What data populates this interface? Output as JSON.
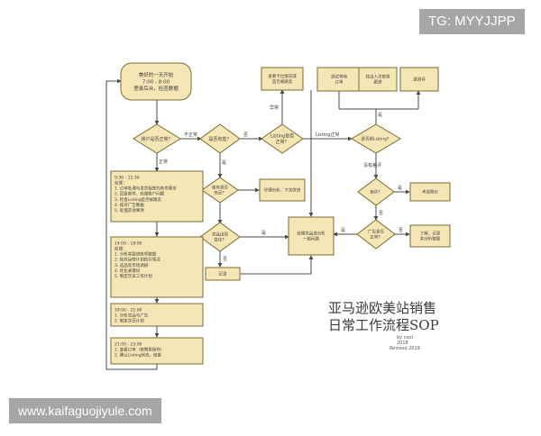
{
  "watermark": {
    "tg": "TG: MYYJJPP",
    "site": "www.kaifaguojiyule.com"
  },
  "title": {
    "line1": "亚马逊欧美站销售",
    "line2": "日常工作流程SOP"
  },
  "meta": {
    "by": "by cool",
    "year": "2018",
    "revised": "Revised 2019"
  },
  "colors": {
    "fill": "#f5e6b5",
    "stroke": "#7a6a2e",
    "line": "#4a4a4a",
    "text": "#3c3c3c"
  },
  "nodes": {
    "start": {
      "lines": [
        "美好的一天开始",
        "7:00 - 8:00",
        "登录后台，检查数据"
      ]
    },
    "q_account": {
      "lines": [
        "账户是否正常？"
      ]
    },
    "q_sale": {
      "lines": [
        "是否有售？"
      ]
    },
    "q_listing": {
      "lines": [
        "Listing是否",
        "正常？"
      ]
    },
    "box_topcheck": {
      "lines": [
        "查看卡位情况或",
        "是否被跟卖"
      ]
    },
    "q_new": {
      "lines": [
        "是否新Listing？"
      ]
    },
    "box_test": {
      "lines": [
        "测试等待",
        "订单"
      ]
    },
    "box_plan": {
      "lines": [
        "找出人员安排",
        "跟进"
      ]
    },
    "box_review": {
      "lines": [
        "送测评"
      ]
    },
    "q_negative": {
      "lines": [
        "差评？"
      ]
    },
    "box_contact": {
      "lines": [
        "仔细分析，下次改进"
      ]
    },
    "q_competitor": {
      "lines": [
        "竞品出现",
        "变化？"
      ]
    },
    "box_handle": {
      "lines": [
        "处理竞品或分析",
        "一般问题"
      ]
    },
    "q_stock": {
      "lines": [
        "库存是否",
        "充足？"
      ]
    },
    "box_stock": {
      "lines": [
        "考虑降价"
      ]
    },
    "q_ad": {
      "lines": [
        "广告是否",
        "正常？"
      ]
    },
    "box_ad": {
      "lines": [
        "了解，记录",
        "并分析数据"
      ]
    },
    "box_record": {
      "lines": [
        "记录"
      ]
    },
    "sched1": {
      "lines": [
        "9:30 - 11:30",
        "处理：",
        "1. 订单处理与发货相关的各项事务",
        "2. 回复邮件、处理客户问题",
        "3. 检查Listing是否被跟卖",
        "4. 核对广告数据",
        "5. 处理其他事项"
      ]
    },
    "sched2": {
      "lines": [
        "14:00 - 18:00",
        "处理：",
        "1. 分析并跟进各项数据",
        "2. 核对运营计划执行情况",
        "3. 选品及市场调研",
        "4. 优化关键词",
        "5. 制定次日工作计划"
      ]
    },
    "sched3": {
      "lines": [
        "19:00 - 21:00",
        "1. 分析竞品与广告",
        "2. 制定次日计划"
      ]
    },
    "sched4": {
      "lines": [
        "21:00 - 23:00",
        "1. 查看订单（按需要操作）",
        "2. 确认Listing状态，结束"
      ]
    }
  },
  "edges": {
    "yes": "是",
    "no": "否",
    "normal": "正常",
    "abnormal": "不正常",
    "no_review": "没有差评",
    "exception": "异常",
    "listing_normal": "Listing正常"
  }
}
